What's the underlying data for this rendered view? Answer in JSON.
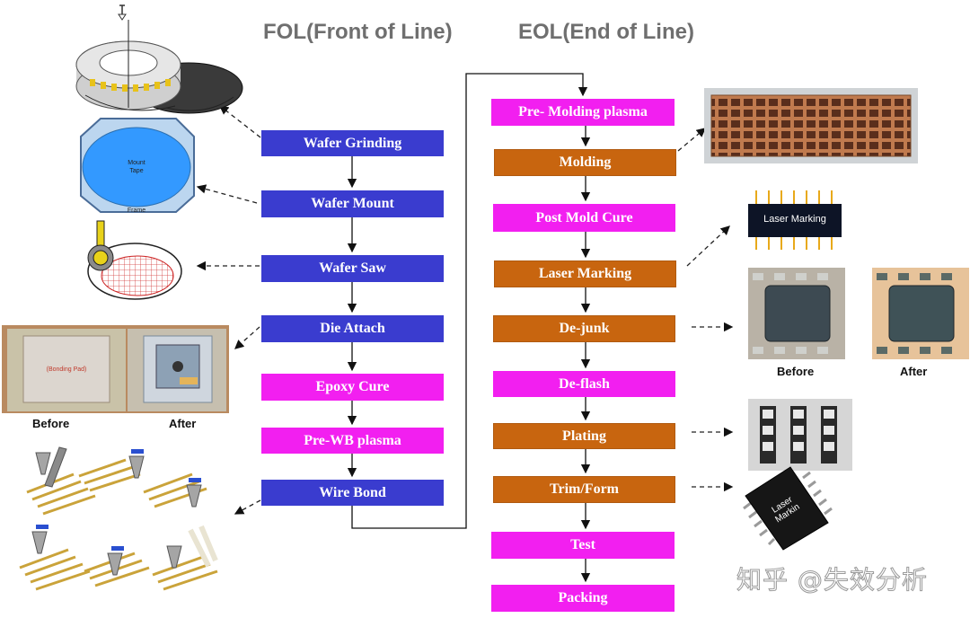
{
  "headings": {
    "fol": "FOL(Front of Line)",
    "eol": "EOL(End of Line)"
  },
  "fol_steps": [
    "Wafer Grinding",
    "Wafer Mount",
    "Wafer Saw",
    "Die Attach",
    "Epoxy Cure",
    "Pre-WB plasma",
    "Wire Bond"
  ],
  "eol_steps": [
    "Pre- Molding plasma",
    "Molding",
    "Post Mold Cure",
    "Laser Marking",
    "De-junk",
    "De-flash",
    "Plating",
    "Trim/Form",
    "Test",
    "Packing"
  ],
  "illustration_labels": {
    "mount_tape": "Mount\nTape",
    "frame": "Frame",
    "bonding_pad": "(Bonding Pad)",
    "laser_marking_tag": "Laser Marking",
    "chip_mark": "Laser\nMarkin"
  },
  "captions": {
    "die_before": "Before",
    "die_after": "After",
    "dejunk_before": "Before",
    "dejunk_after": "After"
  },
  "watermark": "知乎 @失效分析",
  "colors": {
    "fol_blue": "#3a3ccf",
    "magenta": "#f21ff0",
    "orange": "#c8650f",
    "heading_gray": "#6f6f6f"
  }
}
